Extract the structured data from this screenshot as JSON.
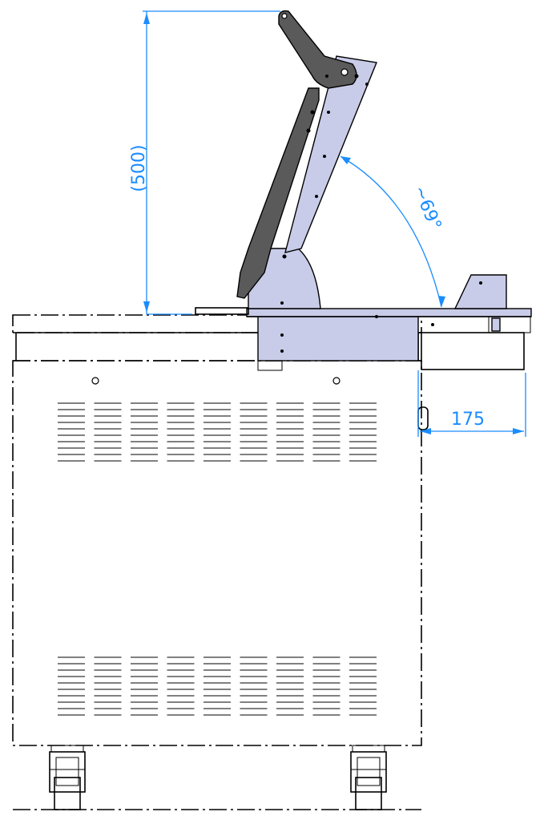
{
  "dimensions": {
    "height_label": "(500)",
    "angle_label": "~69°",
    "offset_label": "175"
  },
  "colors": {
    "dimension": "#1a8cff",
    "arm_dark": "#5a5a5a",
    "bracket_lavender": "#c9cce8",
    "outline": "#000000"
  }
}
